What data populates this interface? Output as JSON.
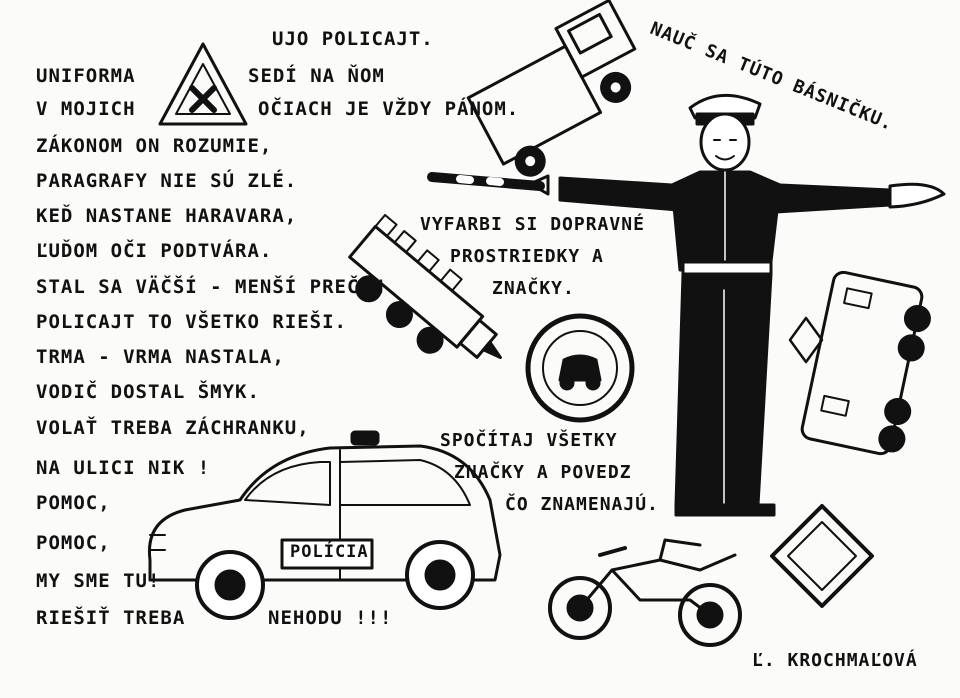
{
  "poem": {
    "title": "UJO POLICAJT.",
    "lines": [
      "UNIFORMA",
      "SEDÍ NA ŇOM",
      "V MOJICH",
      "OČIACH JE VŽDY PÁNOM.",
      "ZÁKONOM ON ROZUMIE,",
      "PARAGRAFY NIE SÚ ZLÉ.",
      "KEĎ NASTANE HARAVARA,",
      "ĽUĎOM OČI PODTVÁRA.",
      "STAL SA VÄČŠÍ - MENŠÍ PREČIN",
      "POLICAJT TO VŠETKO RIEŠI.",
      "TRMA - VRMA NASTALA,",
      "VODIČ DOSTAL ŠMYK.",
      "VOLAŤ TREBA ZÁCHRANKU,",
      "NA ULICI NIK !",
      "POMOC,",
      "POMOC,",
      "MY SME TU!",
      "RIEŠIŤ TREBA",
      "NEHODU !!!"
    ]
  },
  "tasks": {
    "learn": "NAUČ SA TÚTO BÁSNIČKU.",
    "color": [
      "VYFARBI SI DOPRAVNÉ",
      "PROSTRIEDKY A",
      "ZNAČKY."
    ],
    "count": [
      "SPOČÍTAJ VŠETKY",
      "ZNAČKY A POVEDZ",
      "ČO ZNAMENAJÚ."
    ]
  },
  "illustration": {
    "car_label": "POLÍCIA"
  },
  "author": "Ľ. KROCHMAĽOVÁ",
  "colors": {
    "ink": "#111111",
    "paper": "#fbfbf9"
  }
}
